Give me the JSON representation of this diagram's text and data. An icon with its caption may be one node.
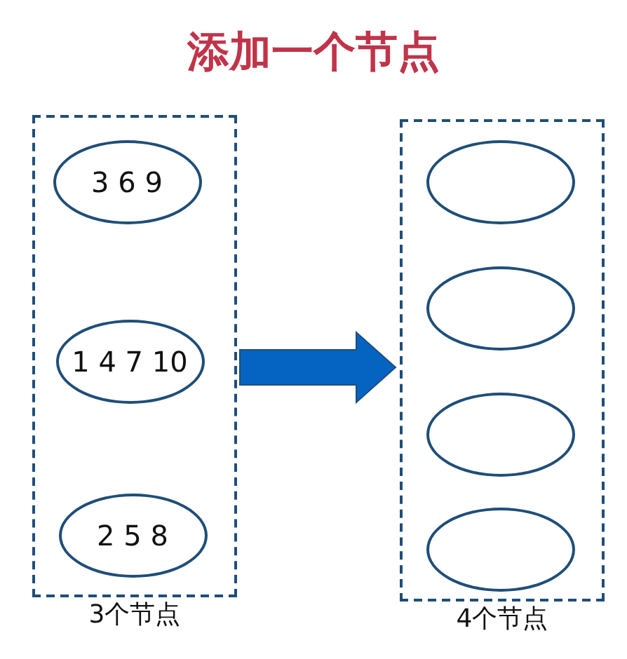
{
  "diagram": {
    "title": "添加一个节点",
    "nodes": [
      {
        "text": [
          "3个节点"
        ]
      },
      {
        "text": [
          "3 6 9"
        ],
        "in": 0
      },
      {
        "text": [
          "1 4 7 10"
        ],
        "in": 0
      },
      {
        "text": [
          "2 5 8"
        ],
        "in": 0
      },
      {
        "text": [
          "4个节点"
        ]
      },
      {
        "text": [],
        "shape": "circle",
        "in": 4
      },
      {
        "text": [],
        "shape": "circle",
        "in": 4
      },
      {
        "text": [],
        "shape": "circle",
        "in": 4
      },
      {
        "text": [],
        "shape": "circle",
        "in": 4
      }
    ],
    "edges": [
      {
        "from": 0,
        "to": 4,
        "arrow": "to",
        "style": "thick",
        "color": "#0563c1"
      }
    ]
  }
}
